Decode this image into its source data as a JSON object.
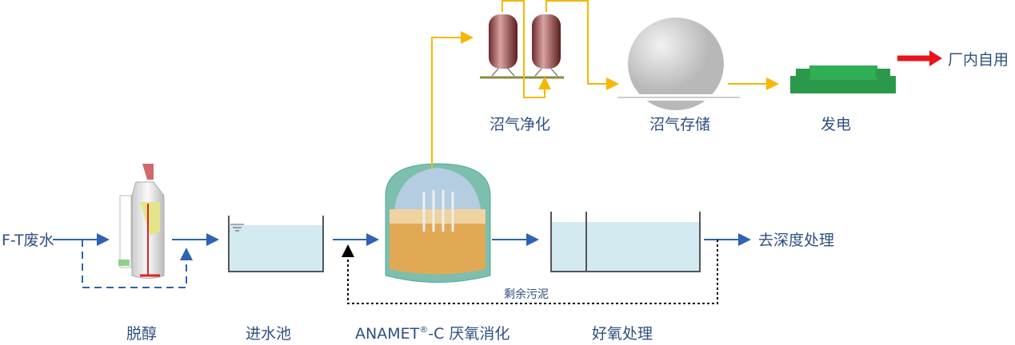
{
  "inputs": {
    "wastewater": "F-T废水"
  },
  "stages": {
    "dealcohol": "脱醇",
    "inlet_tank": "进水池",
    "anaerobic_prefix": "ANAMET",
    "anaerobic_reg": "®",
    "anaerobic_suffix": "-C 厌氧消化",
    "aerobic": "好氧处理",
    "biogas_cleaning": "沼气净化",
    "biogas_storage": "沼气存储",
    "power": "发电"
  },
  "outputs": {
    "deep_treatment": "去深度处理",
    "plant_use": "厂内自用"
  },
  "recycle": {
    "excess_sludge": "剩余污泥"
  },
  "colors": {
    "water_flow": "#2e63b0",
    "gas_flow": "#f5b800",
    "power_flow": "#e8141b",
    "text": "#2f4f80"
  }
}
